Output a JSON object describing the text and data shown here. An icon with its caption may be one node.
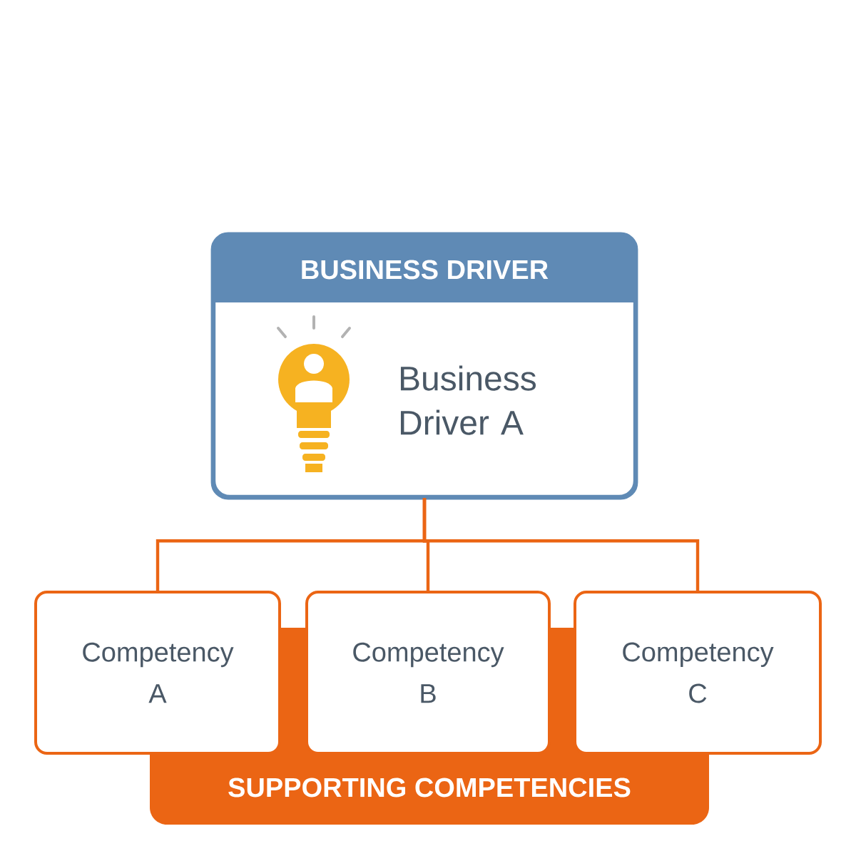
{
  "diagram": {
    "nodes": [
      {
        "text": [
          "BUSINESS DRIVER",
          "Business Driver A"
        ]
      },
      {
        "text": [
          "SUPPORTING COMPETENCIES"
        ]
      },
      {
        "text": [
          "Competency A"
        ]
      },
      {
        "text": [
          "Competency B"
        ]
      },
      {
        "text": [
          "Competency C"
        ]
      }
    ],
    "edges": [
      {
        "from": 0,
        "to": 2,
        "arrow": "none"
      },
      {
        "from": 0,
        "to": 3,
        "arrow": "none"
      },
      {
        "from": 0,
        "to": 4,
        "arrow": "none"
      }
    ]
  }
}
